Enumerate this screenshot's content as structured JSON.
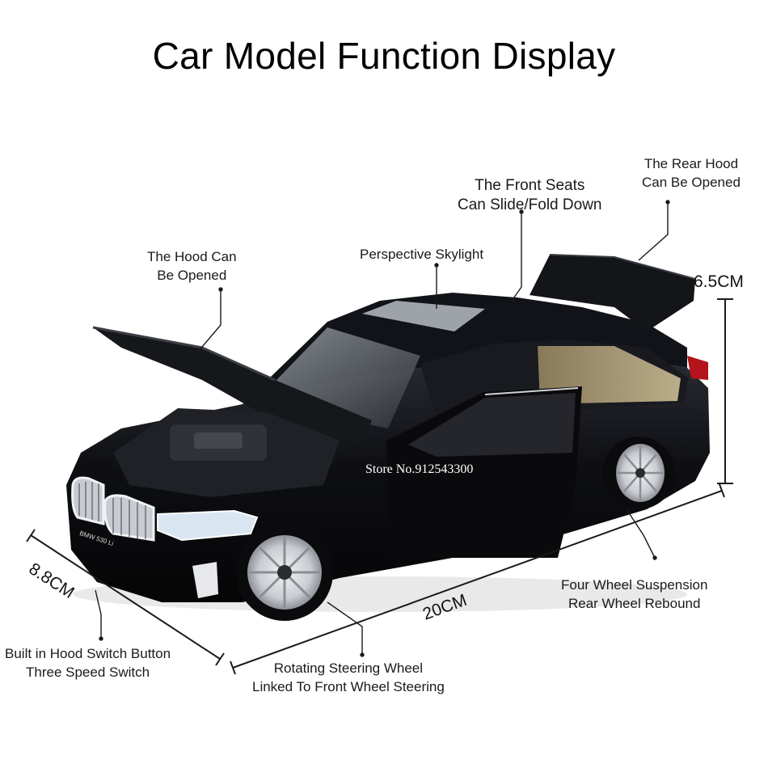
{
  "title": "Car Model Function Display",
  "features": {
    "hood": [
      "The Hood Can",
      "Be Opened"
    ],
    "skylight": [
      "Perspective Skylight"
    ],
    "seats": [
      "The Front Seats",
      "Can Slide/Fold Down"
    ],
    "rear_hood": [
      "The Rear Hood",
      "Can Be Opened"
    ],
    "suspension": [
      "Four Wheel Suspension",
      "Rear Wheel Rebound"
    ],
    "steering": [
      "Rotating Steering Wheel",
      "Linked To Front Wheel Steering"
    ],
    "switch": [
      "Built in Hood Switch Button",
      "Three Speed Switch"
    ]
  },
  "dimensions": {
    "height": "6.5CM",
    "width": "8.8CM",
    "length": "20CM"
  },
  "watermark": "Store No.912543300",
  "badge": "BMW 530 Li",
  "colors": {
    "car_body": "#0c0c0f",
    "grille": "#c8ccd2",
    "interior": "#c9b78e",
    "rim": "#d7d9dd",
    "lines": "#1a1a1a"
  }
}
